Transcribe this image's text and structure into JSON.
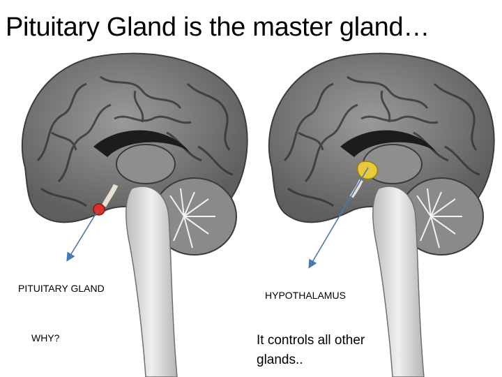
{
  "slide": {
    "title": "Pituitary Gland is the master gland…"
  },
  "labels": {
    "pituitary": "PITUITARY GLAND",
    "why": "WHY?",
    "hypothalamus": "HYPOTHALAMUS",
    "answer": "It controls all other glands.."
  },
  "colors": {
    "pituitary_highlight": "#d9322b",
    "hypothalamus_highlight": "#e8c93a",
    "arrow": "#4a78b4",
    "brain_gray": "#7a7a7a",
    "brainstem_light": "#d8d8d8"
  }
}
